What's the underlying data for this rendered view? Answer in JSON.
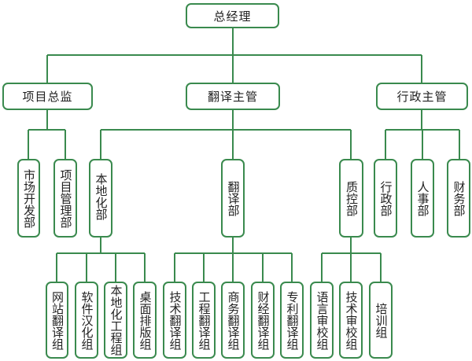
{
  "org_chart": {
    "root": {
      "label": "总经理"
    },
    "level2": [
      {
        "label": "项目总监",
        "children": [
          {
            "label": "市场开发部"
          },
          {
            "label": "项目管理部"
          }
        ]
      },
      {
        "label": "翻译主管",
        "children": [
          {
            "label": "本地化部",
            "children": [
              {
                "label": "网站翻译组"
              },
              {
                "label": "软件汉化组"
              },
              {
                "label": "本地化工程组"
              },
              {
                "label": "桌面排版组"
              }
            ]
          },
          {
            "label": "翻译部",
            "children": [
              {
                "label": "技术翻译组"
              },
              {
                "label": "工程翻译组"
              },
              {
                "label": "商务翻译组"
              },
              {
                "label": "财经翻译组"
              },
              {
                "label": "专利翻译组"
              }
            ]
          },
          {
            "label": "质控部",
            "children": [
              {
                "label": "语言审校组"
              },
              {
                "label": "技术审校组"
              },
              {
                "label": "培训组"
              }
            ]
          }
        ]
      },
      {
        "label": "行政主管",
        "children": [
          {
            "label": "行政部"
          },
          {
            "label": "人事部"
          },
          {
            "label": "财务部"
          }
        ]
      }
    ]
  },
  "colors": {
    "border": "#3a8a4e",
    "line": "#3a8a4e",
    "text": "#222222",
    "background": "#ffffff"
  }
}
